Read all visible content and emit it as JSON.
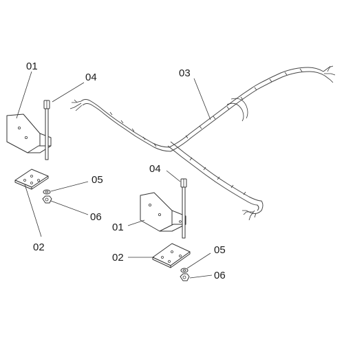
{
  "diagram": {
    "labels": {
      "bracket_a": "01",
      "plate_a": "02",
      "harness": "03",
      "bolt_a": "04",
      "washer_a": "05",
      "nut_a": "06",
      "bracket_b": "01",
      "plate_b": "02",
      "bolt_b": "04",
      "washer_b": "05",
      "nut_b": "06"
    }
  }
}
